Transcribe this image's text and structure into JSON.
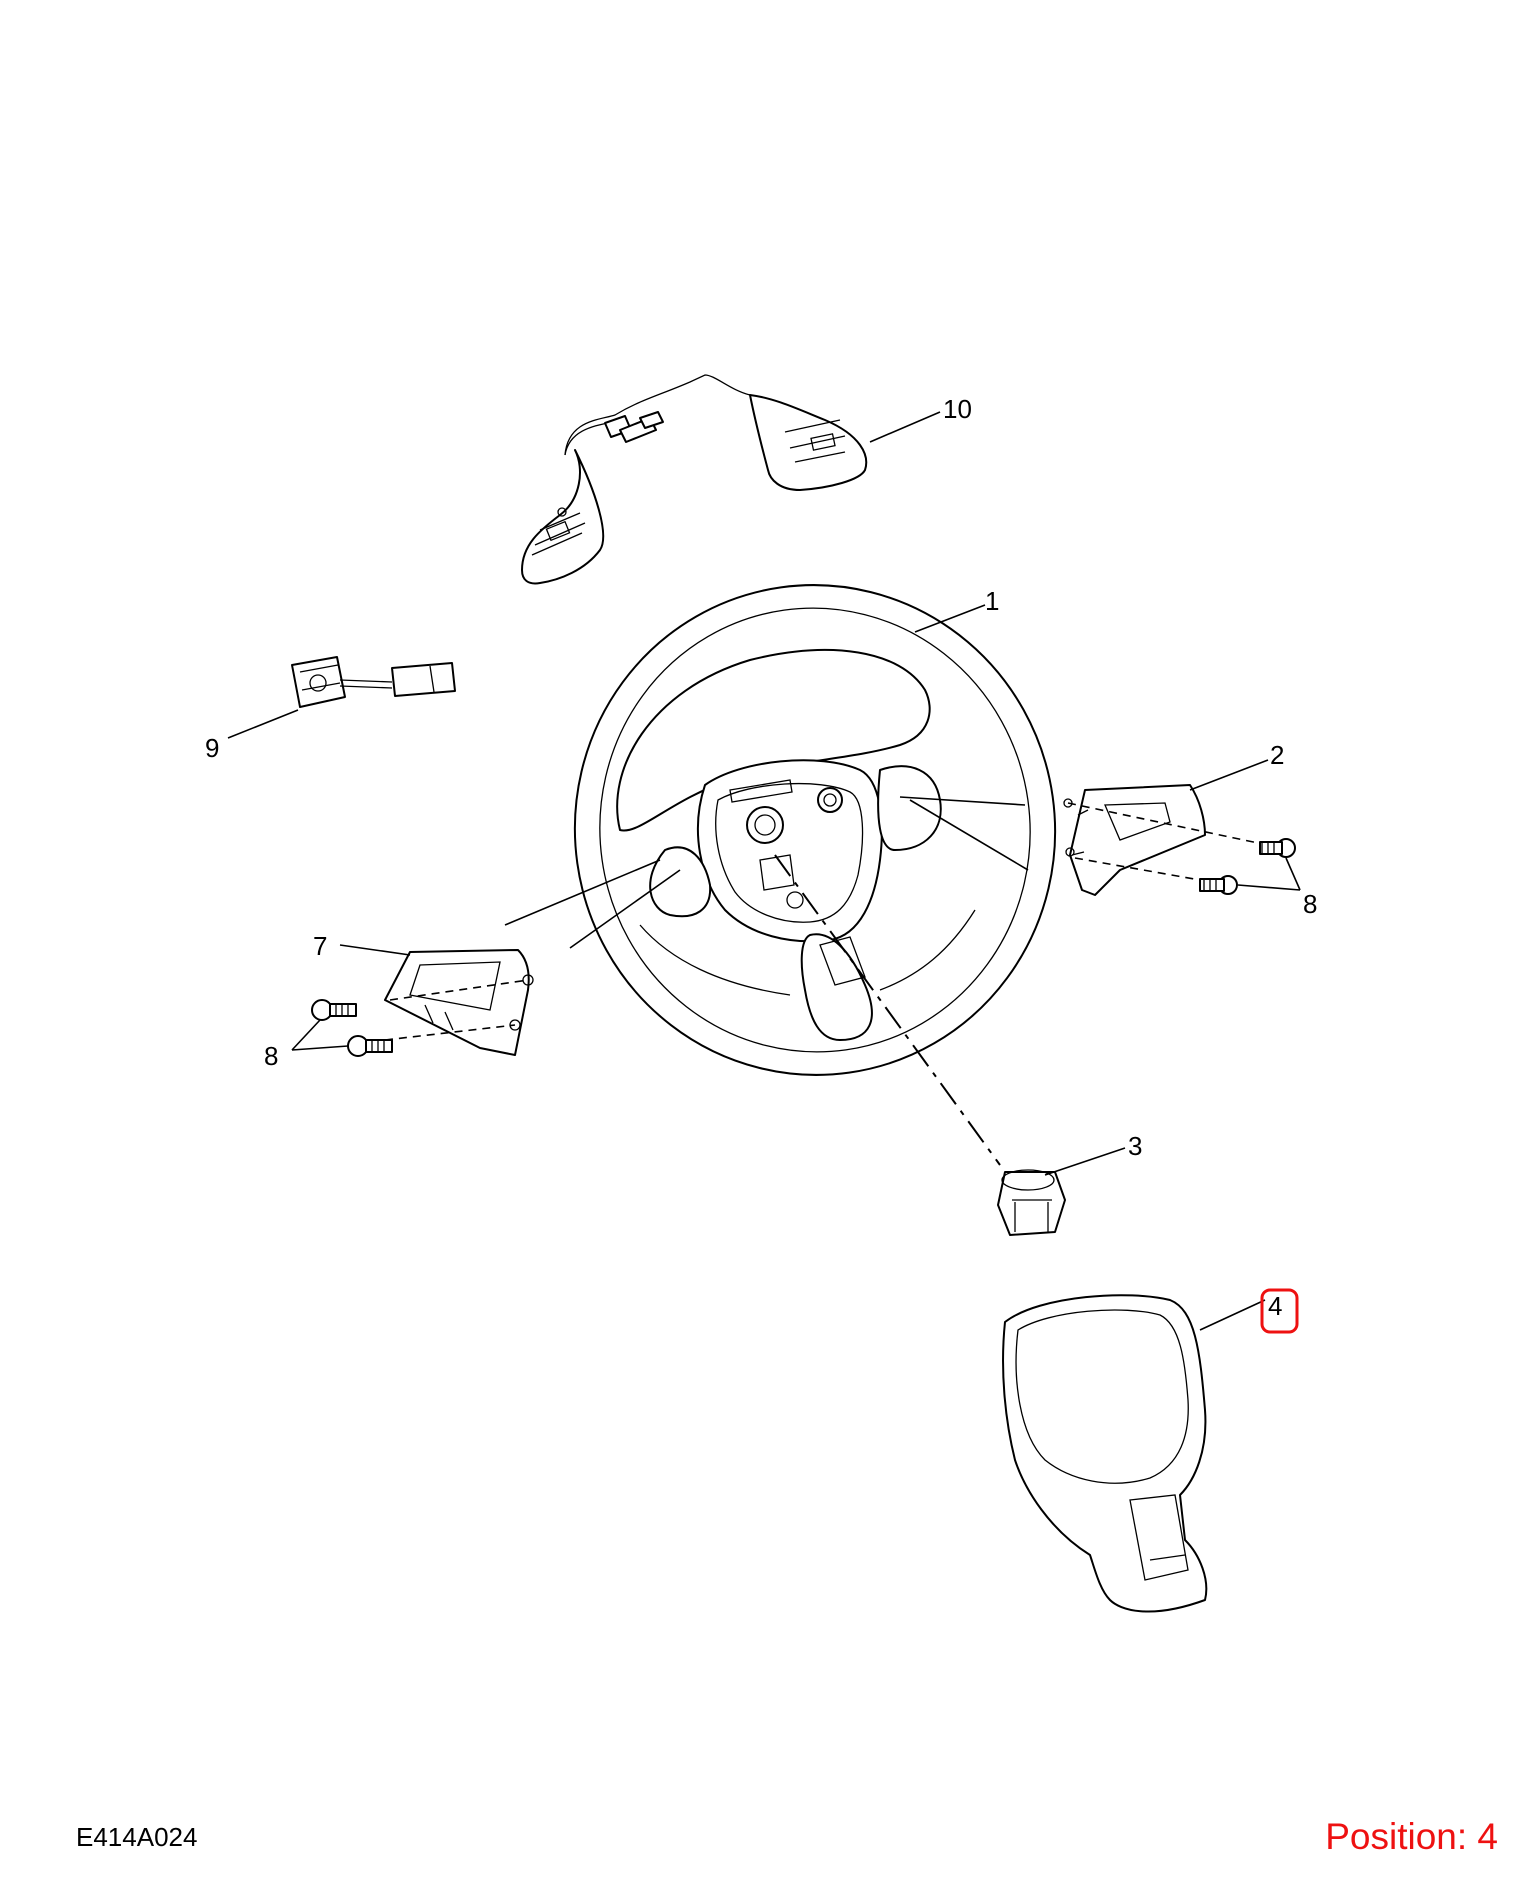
{
  "diagram": {
    "callouts": [
      {
        "id": "1",
        "text": "1"
      },
      {
        "id": "2",
        "text": "2"
      },
      {
        "id": "3",
        "text": "3"
      },
      {
        "id": "4",
        "text": "4"
      },
      {
        "id": "7",
        "text": "7"
      },
      {
        "id": "8a",
        "text": "8"
      },
      {
        "id": "8b",
        "text": "8"
      },
      {
        "id": "9",
        "text": "9"
      },
      {
        "id": "10",
        "text": "10"
      }
    ],
    "highlight_color": "#ee1111"
  },
  "footer": {
    "drawing_code": "E414A024",
    "position_label": "Position: 4"
  }
}
